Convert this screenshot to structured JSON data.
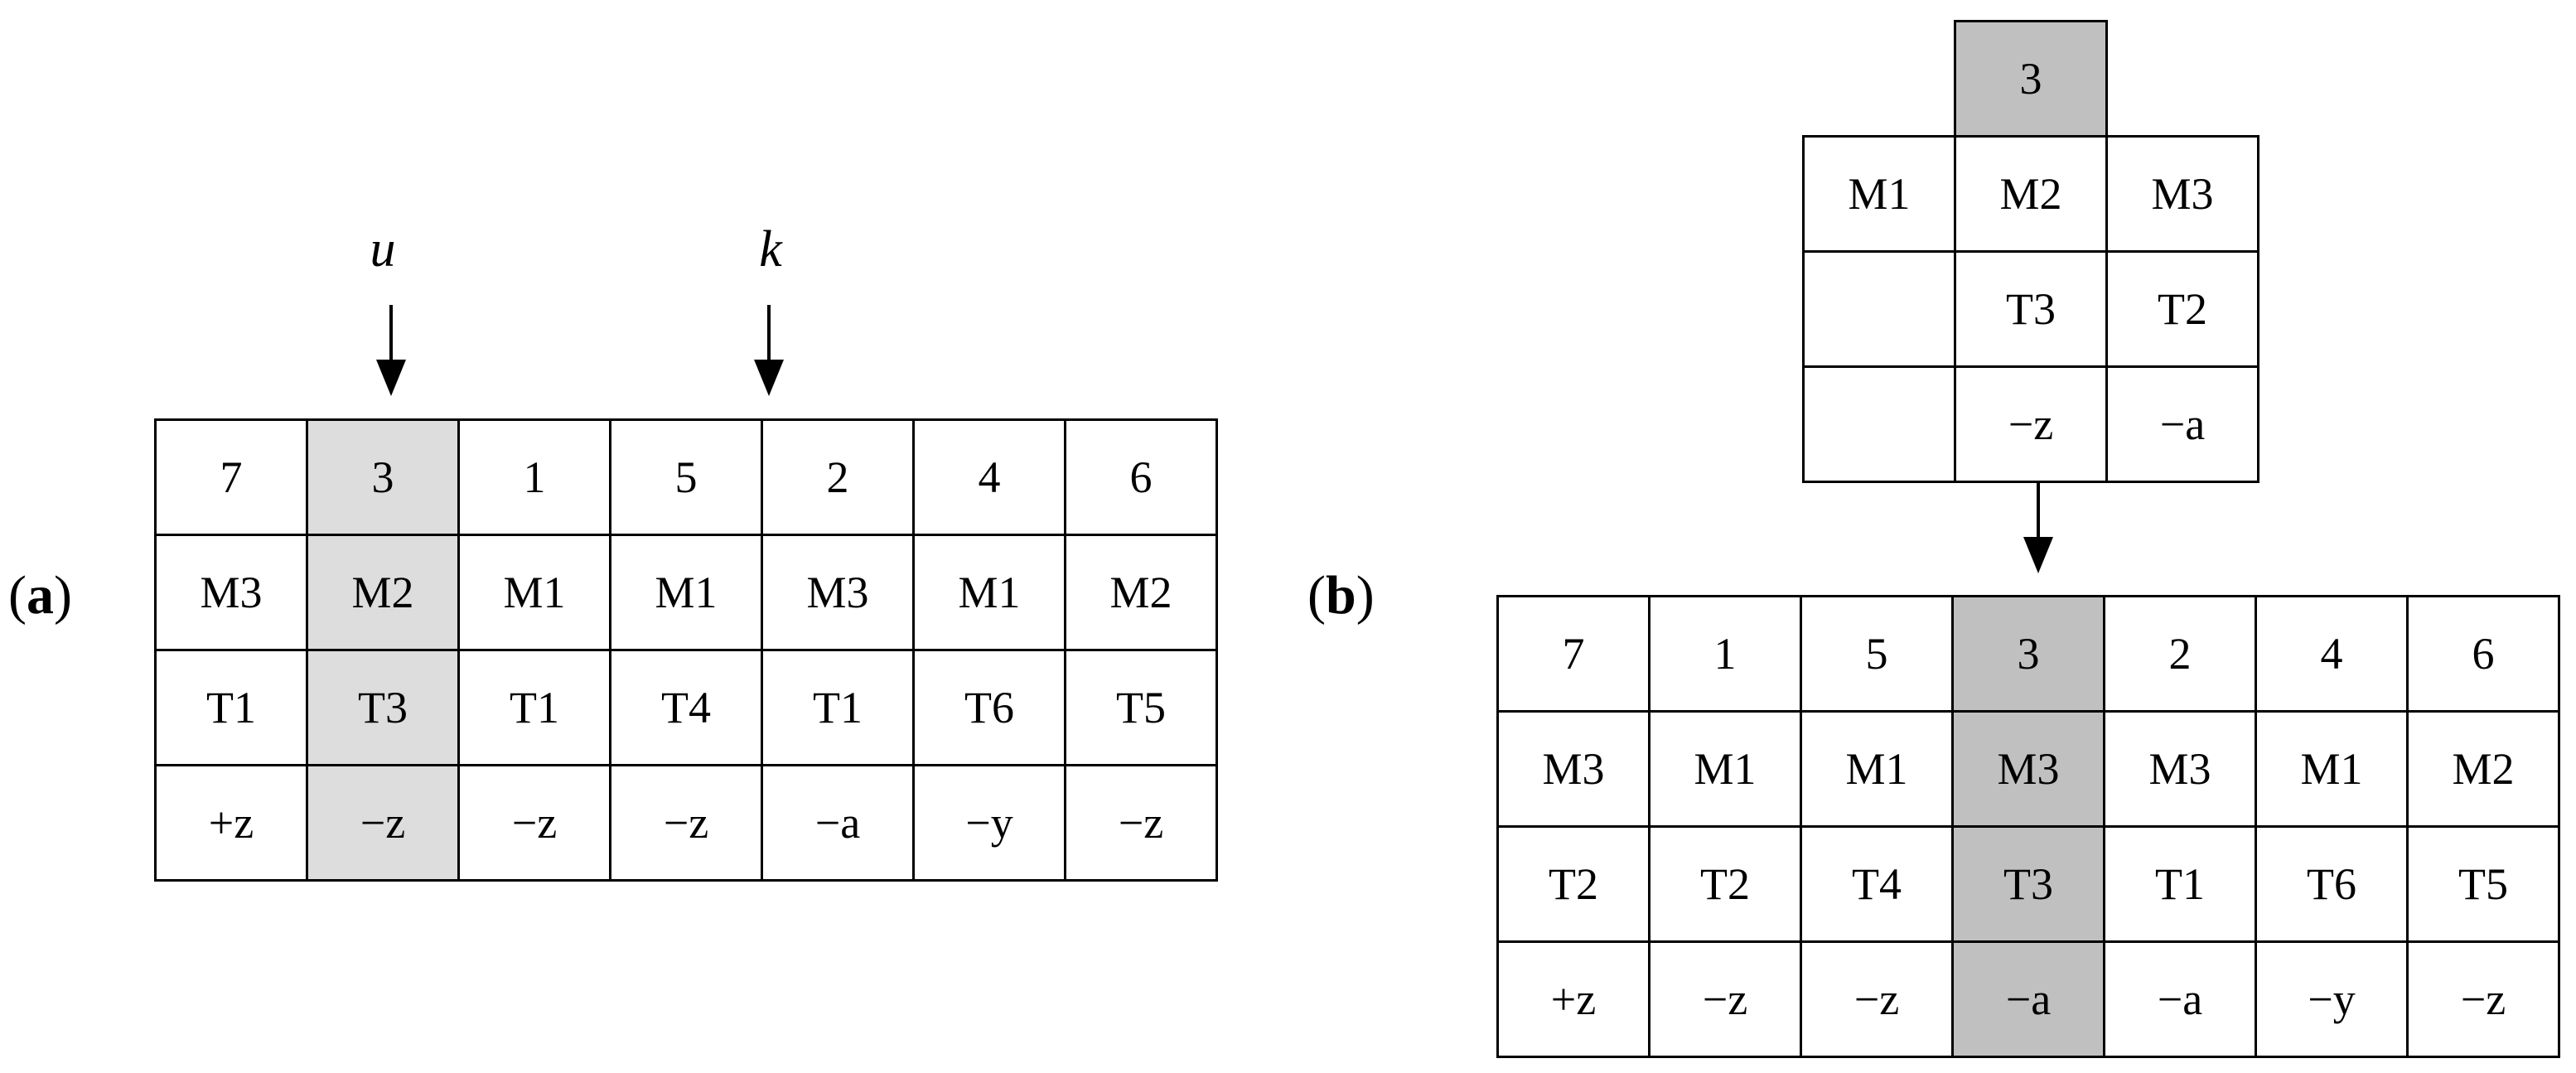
{
  "panel_a": {
    "label": "a",
    "pointer_u": "u",
    "pointer_k": "k",
    "rows": [
      [
        "7",
        "3",
        "1",
        "5",
        "2",
        "4",
        "6"
      ],
      [
        "M3",
        "M2",
        "M1",
        "M1",
        "M3",
        "M1",
        "M2"
      ],
      [
        "T1",
        "T3",
        "T1",
        "T4",
        "T1",
        "T6",
        "T5"
      ],
      [
        "+z",
        "−z",
        "−z",
        "−z",
        "−a",
        "−y",
        "−z"
      ]
    ],
    "highlight_color": "#dddddd"
  },
  "panel_b": {
    "label": "b",
    "top_block": {
      "header": "3",
      "rows": [
        [
          "M1",
          "M2",
          "M3"
        ],
        [
          "",
          "T3",
          "T2"
        ],
        [
          "",
          "−z",
          "−a"
        ]
      ]
    },
    "bottom_table": {
      "rows": [
        [
          "7",
          "1",
          "5",
          "3",
          "2",
          "4",
          "6"
        ],
        [
          "M3",
          "M1",
          "M1",
          "M3",
          "M3",
          "M1",
          "M2"
        ],
        [
          "T2",
          "T2",
          "T4",
          "T3",
          "T1",
          "T6",
          "T5"
        ],
        [
          "+z",
          "−z",
          "−z",
          "−a",
          "−a",
          "−y",
          "−z"
        ]
      ]
    },
    "highlight_color": "#c0c0c0"
  }
}
